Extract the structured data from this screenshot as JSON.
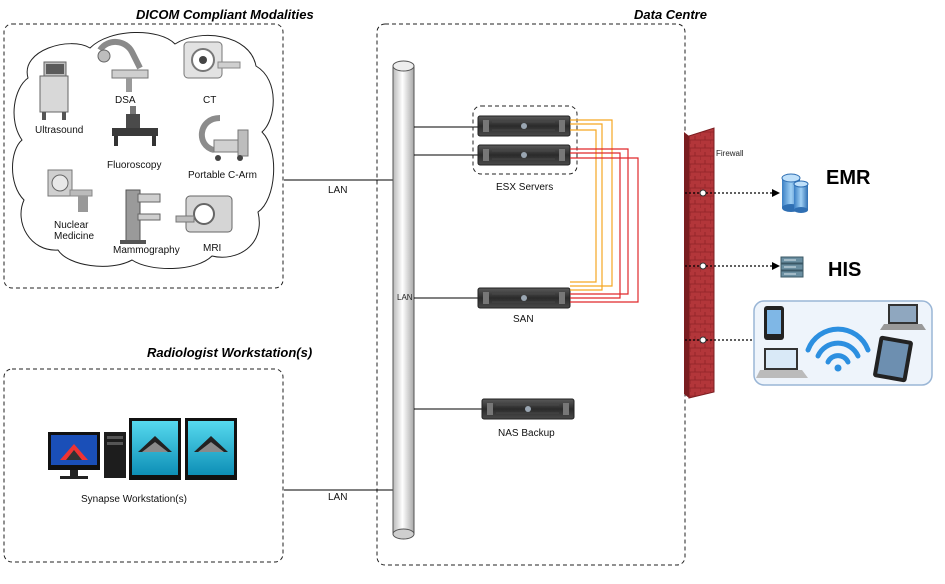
{
  "sections": {
    "modalities_title": "DICOM Compliant Modalities",
    "datacentre_title": "Data Centre",
    "workstation_title": "Radiologist Workstation(s)"
  },
  "modalities": {
    "ultrasound": "Ultrasound",
    "dsa": "DSA",
    "ct": "CT",
    "fluoroscopy": "Fluoroscopy",
    "portable_c_arm": "Portable C-Arm",
    "nuclear_medicine_line1": "Nuclear",
    "nuclear_medicine_line2": "Medicine",
    "mammography": "Mammography",
    "mri": "MRI"
  },
  "network": {
    "lan_top": "LAN",
    "lan_bottom": "LAN",
    "lan_backbone": "LAN"
  },
  "datacentre": {
    "esx_servers": "ESX Servers",
    "san": "SAN",
    "nas_backup": "NAS Backup",
    "firewall": "Firewall"
  },
  "workstation": {
    "label": "Synapse Workstation(s)"
  },
  "external": {
    "emr": "EMR",
    "his": "HIS"
  },
  "colors": {
    "orange_link": "#f5a623",
    "red_link": "#e0282b",
    "firewall": "#b3363a"
  }
}
